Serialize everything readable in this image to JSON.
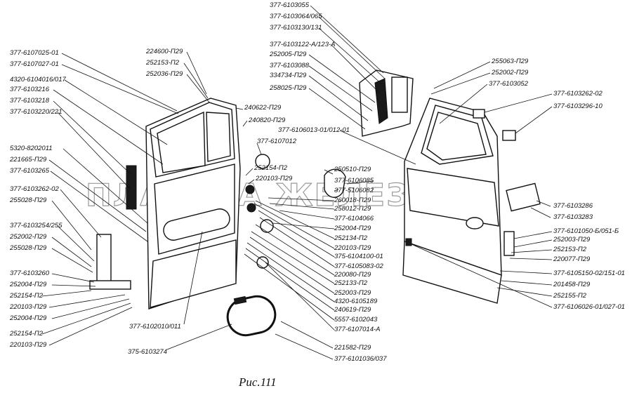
{
  "caption": "Рис.111",
  "watermark": "ПЛАНЕТА ЖЕЛЕЗЯКА",
  "labels": {
    "l01": "377-6107025-01",
    "l02": "377-6107027-01",
    "l03": "4320-6104016/017",
    "l04": "377-6103216",
    "l05": "377-6103218",
    "l06": "377-6103220/221",
    "l07": "5320-8202011",
    "l08": "221665-П29",
    "l09": "377-6103265",
    "l10": "377-6103262-02",
    "l11": "255028-П29",
    "l12": "377-6103254/255",
    "l13": "252002-П29",
    "l14": "255028-П29",
    "l15": "377-6103260",
    "l16": "252004-П29",
    "l17": "252154-П2",
    "l18": "220103-П29",
    "l19": "252004-П29",
    "l20": "252154-П2",
    "l21": "220103-П29",
    "m01": "224600-П29",
    "m02": "252153-П2",
    "m03": "252036-П29",
    "m04": "240622-П29",
    "m05": "240820-П29",
    "m06": "377-6107012",
    "m07": "252154-П2",
    "m08": "220103-П29",
    "m09": "377-6102010/011",
    "m10": "375-6103274",
    "c01": "377-6103055",
    "c02": "377-6103064/065",
    "c03": "377-6103130/131",
    "c04": "377-6103122-А/123-А",
    "c05": "252005-П29",
    "c06": "377-6103088",
    "c07": "334734-П29",
    "c08": "258025-П29",
    "c09": "377-6106013-01/012-01",
    "c10": "250510-П29",
    "c11": "377-6106085",
    "c12": "377-5106082",
    "c13": "260018-П29",
    "c14": "258012-П29",
    "c15": "377-6104066",
    "c16": "252004-П29",
    "c17": "252134-П2",
    "c18": "220103-П29",
    "c19": "375-6104100-01",
    "c20": "377-6105083-02",
    "c21": "220080-П29",
    "c22": "252133-П2",
    "c23": "252003-П29",
    "c24": "4320-6105189",
    "c25": "240619-П29",
    "c26": "5557-6102043",
    "c27": "377-6107014-А",
    "c28": "221582-П29",
    "c29": "377-6101036/037",
    "r01": "255063-П29",
    "r02": "252002-П29",
    "r03": "377-6103052",
    "r04": "377-6103262-02",
    "r05": "377-6103296-10",
    "r06": "377-6103286",
    "r07": "377-6103283",
    "r08": "377-6101050-Б/051-Б",
    "r09": "252003-П29",
    "r10": "252153-П2",
    "r11": "220077-П29",
    "r12": "377-6105150-02/151-01",
    "r13": "201458-П29",
    "r14": "252155-П2",
    "r15": "377-6106026-01/027-01"
  }
}
